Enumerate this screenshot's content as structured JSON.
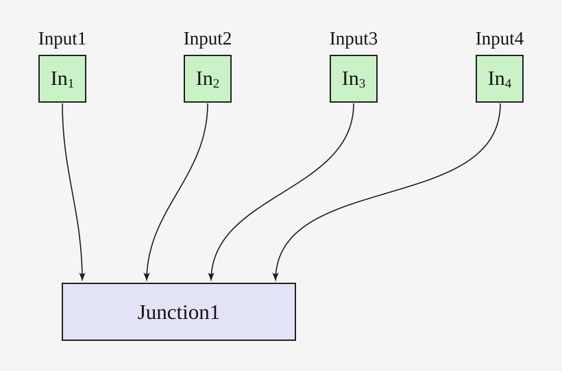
{
  "diagram": {
    "colors": {
      "background": "#f5f5f5",
      "input_fill": "#cbf2c6",
      "input_border": "#222222",
      "junction_fill": "#e3e3f8",
      "junction_border": "#222222",
      "edge": "#1c1c1c",
      "text": "#141414"
    },
    "nodes": [
      {
        "caption": "Input1",
        "base": "In",
        "sub": "1"
      },
      {
        "caption": "Input2",
        "base": "In",
        "sub": "2"
      },
      {
        "caption": "Input3",
        "base": "In",
        "sub": "3"
      },
      {
        "caption": "Input4",
        "base": "In",
        "sub": "4"
      }
    ],
    "junction": {
      "label": "Junction1"
    },
    "edges": [
      {
        "from": "In1",
        "to": "Junction1"
      },
      {
        "from": "In2",
        "to": "Junction1"
      },
      {
        "from": "In3",
        "to": "Junction1"
      },
      {
        "from": "In4",
        "to": "Junction1"
      }
    ]
  }
}
